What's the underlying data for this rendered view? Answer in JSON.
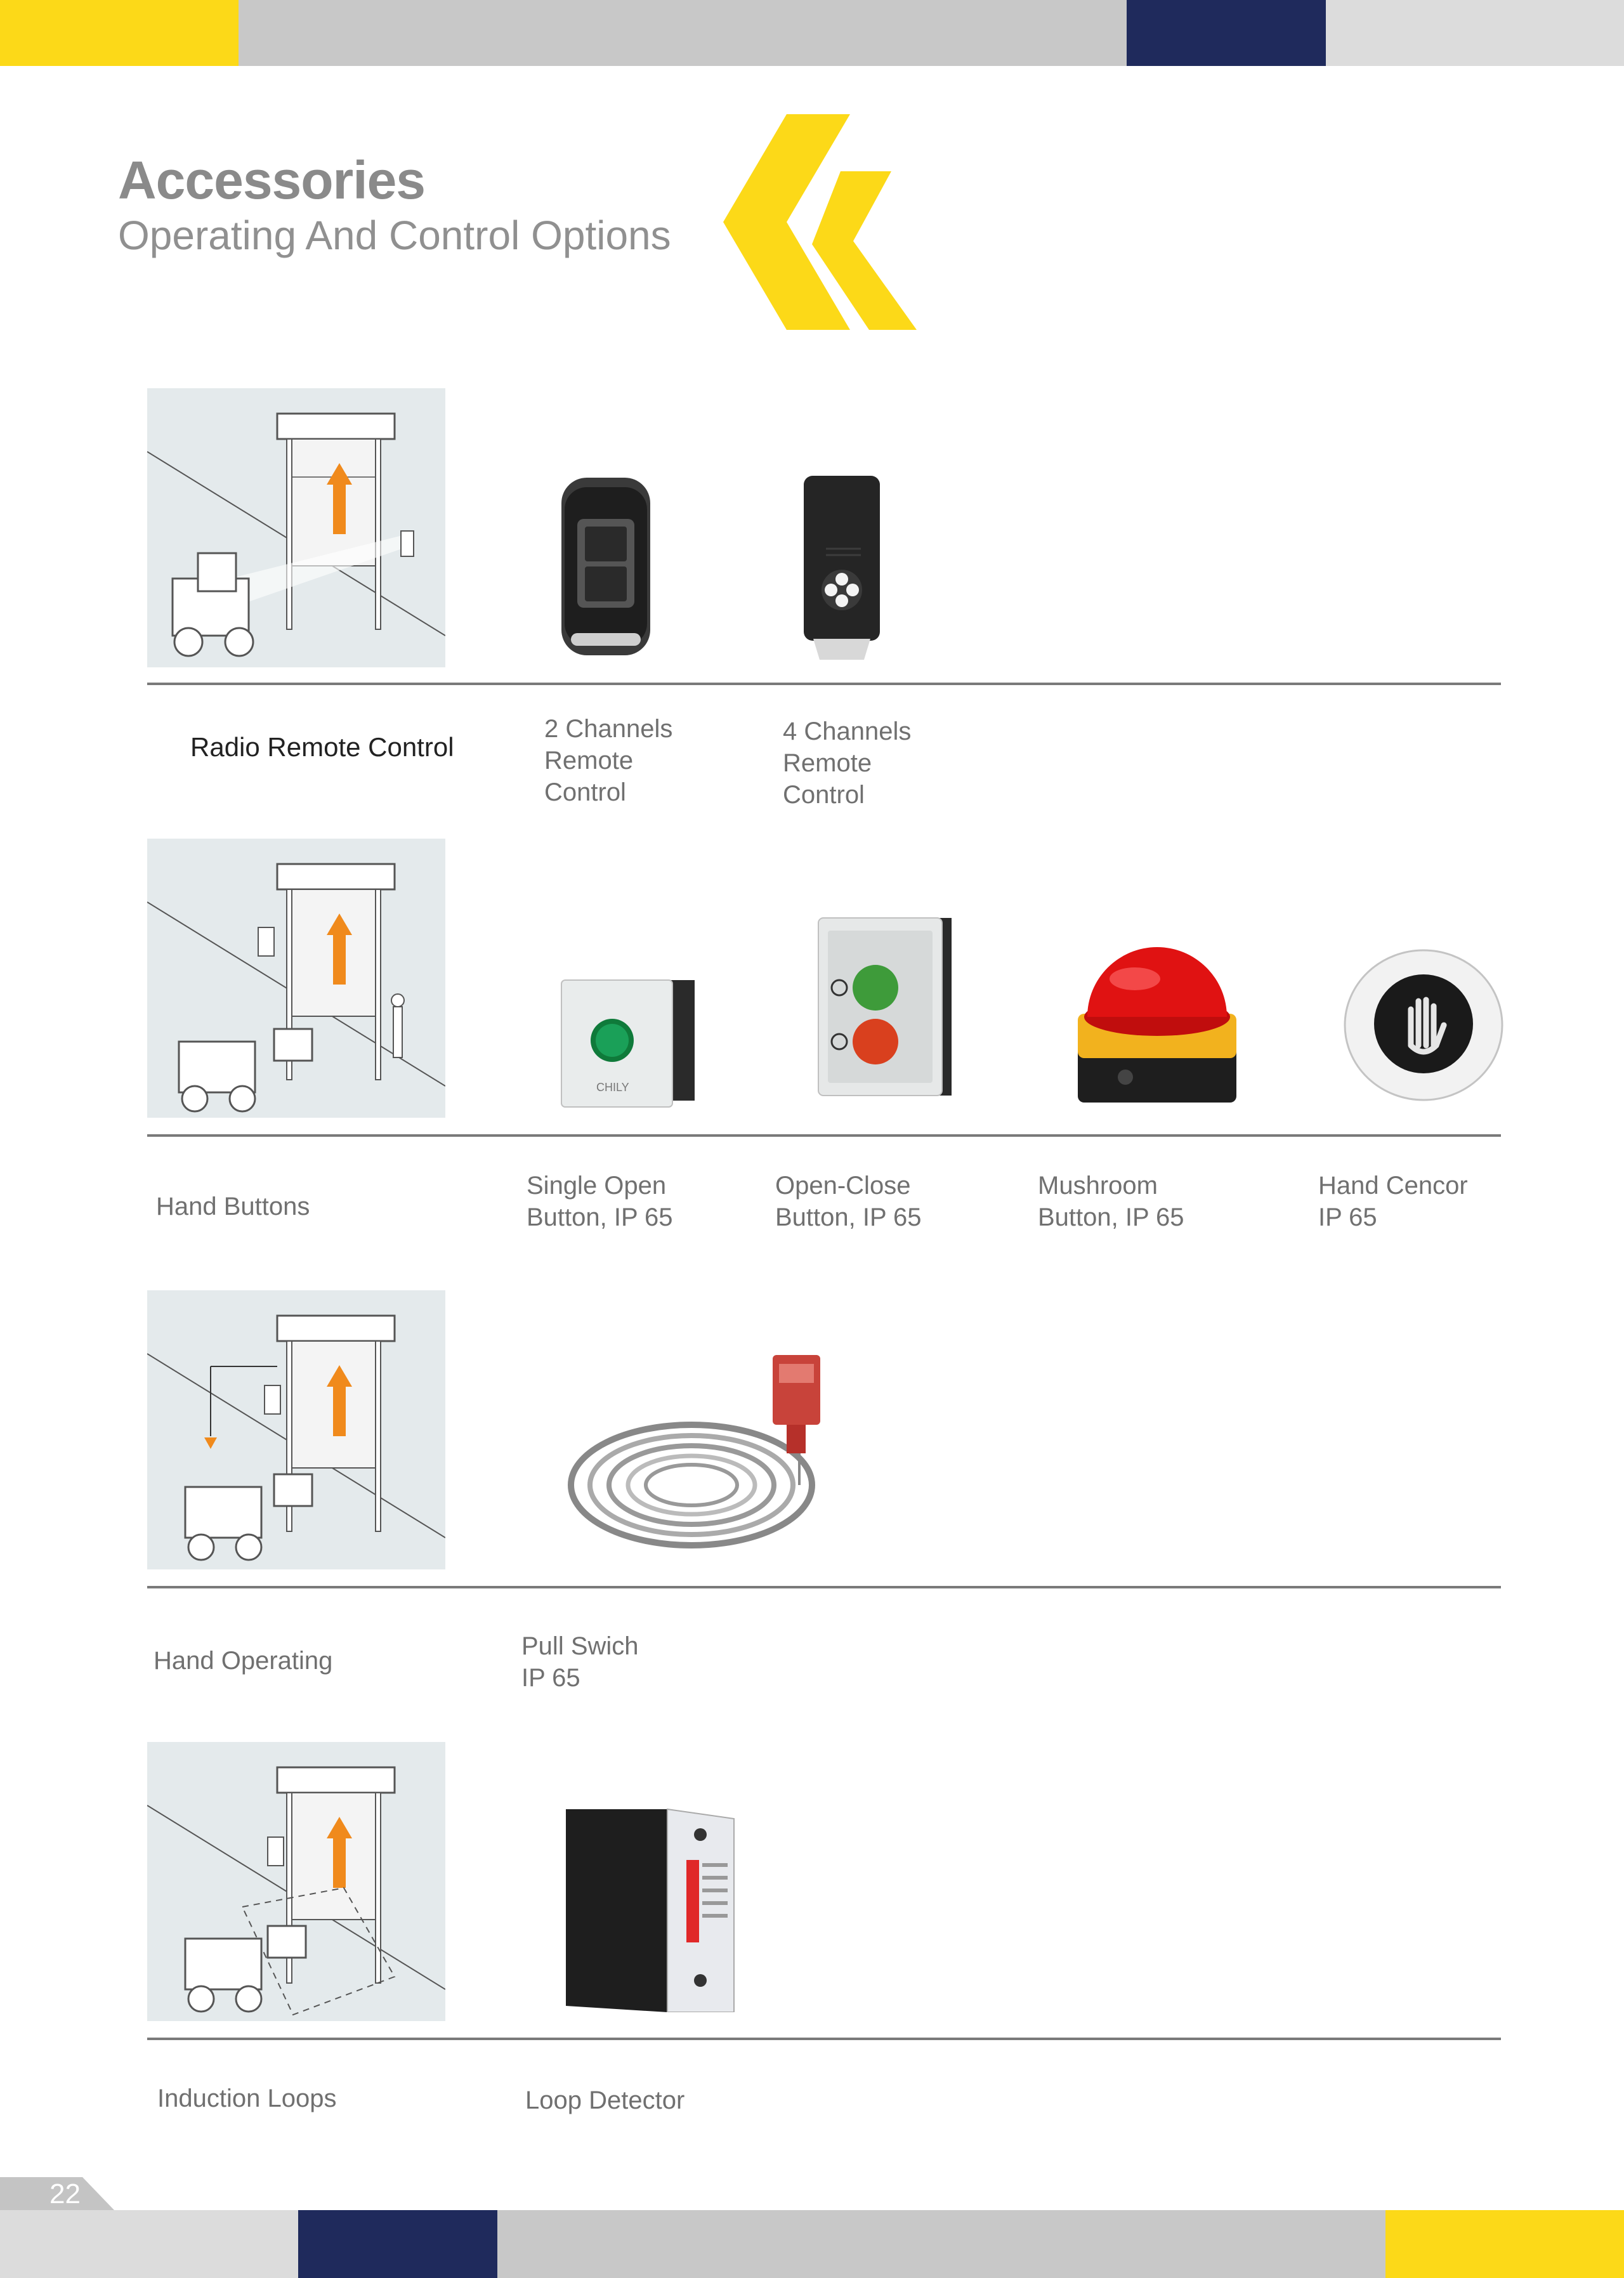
{
  "header": {
    "title": "Accessories",
    "subtitle": "Operating And Control Options"
  },
  "colors": {
    "yellow": "#fcd918",
    "navy": "#1f2a5c",
    "grey": "#c8c8c8",
    "light_grey": "#dcdcdc"
  },
  "rows": [
    {
      "label": "Radio Remote Control",
      "products": [
        {
          "label": "2 Channels\nRemote\nControl",
          "icon": "remote-2ch-icon"
        },
        {
          "label": "4 Channels\nRemote\nControl",
          "icon": "remote-4ch-icon"
        }
      ]
    },
    {
      "label": "Hand Buttons",
      "products": [
        {
          "label": "Single Open\nButton, IP 65",
          "icon": "single-button-icon"
        },
        {
          "label": "Open-Close\nButton, IP 65",
          "icon": "open-close-button-icon"
        },
        {
          "label": "Mushroom\nButton, IP 65",
          "icon": "mushroom-button-icon"
        },
        {
          "label": "Hand Cencor\nIP 65",
          "icon": "hand-sensor-icon"
        }
      ]
    },
    {
      "label": "Hand Operating",
      "products": [
        {
          "label": "Pull Swich\nIP 65",
          "icon": "pull-switch-icon"
        }
      ]
    },
    {
      "label": "Induction Loops",
      "products": [
        {
          "label": "Loop Detector",
          "icon": "loop-detector-icon"
        }
      ]
    }
  ],
  "footer": {
    "page_number": "22"
  }
}
